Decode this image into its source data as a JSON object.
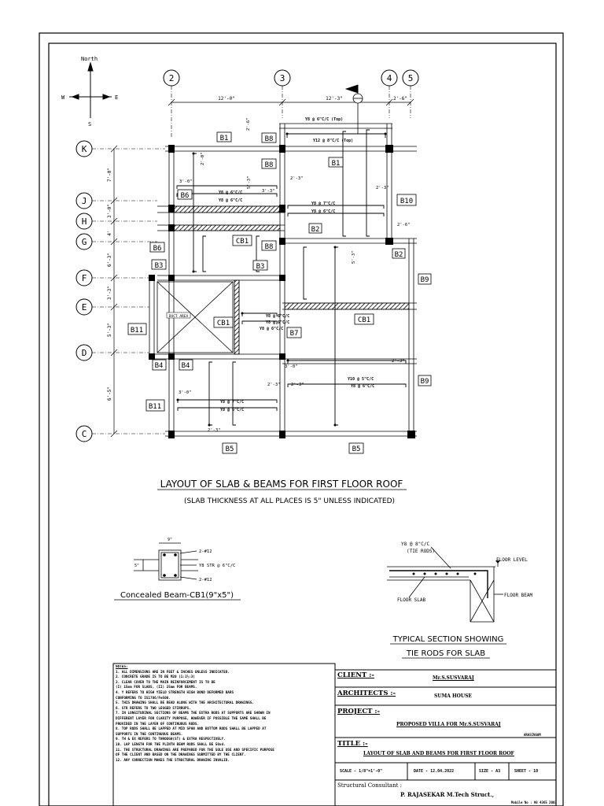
{
  "compass": {
    "north": "North",
    "west": "W",
    "east": "E",
    "south": "S"
  },
  "grid": {
    "columns": [
      "2",
      "3",
      "4",
      "5"
    ],
    "rows": [
      "K",
      "J",
      "H",
      "G",
      "F",
      "E",
      "D",
      "C"
    ]
  },
  "dims": {
    "top": [
      "12'-0\"",
      "12'-3\"",
      "2'-6\""
    ],
    "left": [
      "7'-0\"",
      "3'-0\"",
      "4'",
      "6'-3\"",
      "3'-3\"",
      "5'-3\"",
      "6'-5\""
    ],
    "misc": [
      "3'-0\"",
      "3'-3\"",
      "2'-3\"",
      "5'-3\"",
      "2'-3\"",
      "5'-3\"",
      "2'-3\"",
      "3'-0\"",
      "2'-3\"",
      "2'-3\"",
      "3'-0\"",
      "2'-3\"",
      "2'-6\"",
      "2'-0\"",
      "2'-6\""
    ]
  },
  "beams": {
    "b1": "B1",
    "b1b": "B1",
    "b8a": "B8",
    "b8b": "B8",
    "b8c": "B8",
    "b6a": "B6",
    "b6b": "B6",
    "b10": "B10",
    "b2": "B2",
    "b2b": "B2",
    "b3a": "B3",
    "b3b": "B3",
    "cb1a": "CB1",
    "cb1b": "CB1",
    "cb1c": "CB1",
    "b9a": "B9",
    "b9b": "B9",
    "b11a": "B11",
    "b11b": "B11",
    "b7": "B7",
    "b4a": "B4",
    "b4b": "B4",
    "b5a": "B5",
    "b5b": "B5"
  },
  "bars": {
    "top1": "Y8 @ 6\"C/C (Top)",
    "top2": "Y12 @ 8\"C/C (Top)",
    "mid1": "Y8 @ 6\"C/C",
    "mid2": "Y8 @ 6\"C/C",
    "mid3": "Y8 @ 7\"C/C",
    "mid4": "Y8 @ 6\"C/C",
    "e1": "Y8 @ 6\"C/C",
    "e2": "Y8 @ 6\"C/C",
    "e3": "Y8 @ 6\"C/C",
    "d1": "Y10 @ 5\"C/C",
    "d2": "Y8 @ 6\"C/C",
    "c1": "Y8 @ 7\"C/C",
    "c2": "Y8 @ 6\"C/C",
    "duct": "DUCT AREA"
  },
  "plan_title": "LAYOUT OF SLAB & BEAMS FOR FIRST FLOOR ROOF",
  "plan_subtitle": "(SLAB THICKNESS AT ALL PLACES IS 5\" UNLESS INDICATED)",
  "cb_detail": {
    "width": "9\"",
    "depth": "5\"",
    "top": "2-#12",
    "stirrup": "Y8 STR @ 6\"C/C",
    "bottom": "2-#12",
    "title": "Concealed Beam-CB1(9\"x5\")"
  },
  "section": {
    "tie": "Y8 @ 8\"C/C",
    "tie2": "(TIE RODS)",
    "floor_level": "FLOOR LEVEL",
    "floor_slab": "FLOOR SLAB",
    "floor_beam": "FLOOR BEAM",
    "title1": "TYPICAL SECTION SHOWING",
    "title2": "TIE RODS FOR SLAB"
  },
  "notes": {
    "heading": "NOTES:",
    "items": [
      "1. ALL DIMENSIONS ARE IN FEET & INCHES UNLESS INDICATED.",
      "2. CONCRETE GRADE IS TO BE M20 (1:1½:3)",
      "3. CLEAR COVER TO THE MAIN REINFORCEMENT IS TO BE",
      "   (I) 15mm FOR SLABS, (II) 25mm FOR BEAMS.",
      "4. Y REFERS TO HIGH YIELD STRENGTH HIGH BOND DEFORMED BARS",
      "   CONFORMING TO IS1786/Fe500.",
      "5. THIS DRAWING SHALL BE READ ALONG WITH THE ARCHITECTURAL DRAWINGS.",
      "6. STR REFERS TO TWO LEGGED STIRRUPS.",
      "7. IN LONGITUDINAL SECTIONS OF BEAMS THE EXTRA RODS AT SUPPORTS ARE SHOWN IN",
      "   DIFFERENT LAYER FOR CLARITY PURPOSE, HOWEVER IF POSSIBLE THE SAME SHALL BE",
      "   PROVIDED IN THE LAYER OF CONTINUOUS RODS.",
      "8. TOP RODS SHALL BE LAPPED AT MID SPAN AND BOTTOM RODS SHALL BE LAPPED AT",
      "   SUPPORTS IN THE CONTINUOUS BEAMS.",
      "9. TH & EX REFERS TO THROUGH(ST) & EXTRA RESPECTIVELY.",
      "10. LAP LENGTH FOR THE PLINTH BEAM RODS SHALL BE 50xd.",
      "11. THE STRUCTURAL DRAWINGS ARE PREPARED FOR THE SOLE USE AND SPECIFIC PURPOSE",
      "    OF THE CLIENT AND BASED ON THE DRAWINGS SUBMITTED BY THE CLIENT.",
      "12. ANY CORRECTION MAKES THE STRUCTURAL DRAWING INVALID."
    ]
  },
  "title_block": {
    "client_label": "CLIENT :-",
    "client_value": "Mr.S.SUSVARAJ",
    "architects_label": "ARCHITECTS :-",
    "architects_value": "SUMA HOUSE",
    "project_label": "PROJECT :-",
    "project_value": "PROPOSED VILLA FOR Mr.S.SUSVARAJ",
    "project_place": "ARASINGAM",
    "title_label": "TITLE :-",
    "title_value": "LAYOUT OF SLAB AND BEAMS FOR FIRST FLOOR ROOF",
    "scale": "SCALE - 1/8\"=1'-0\"",
    "date": "DATE - 12.04.2022",
    "size": "SIZE - A3",
    "sheet": "SHEET - 10",
    "consultant_label": "Structural Consultant :",
    "consultant_name": "P. RAJASEKAR M.Tech Struct.,",
    "mobile": "Mobile No : 98 4365 2003"
  }
}
